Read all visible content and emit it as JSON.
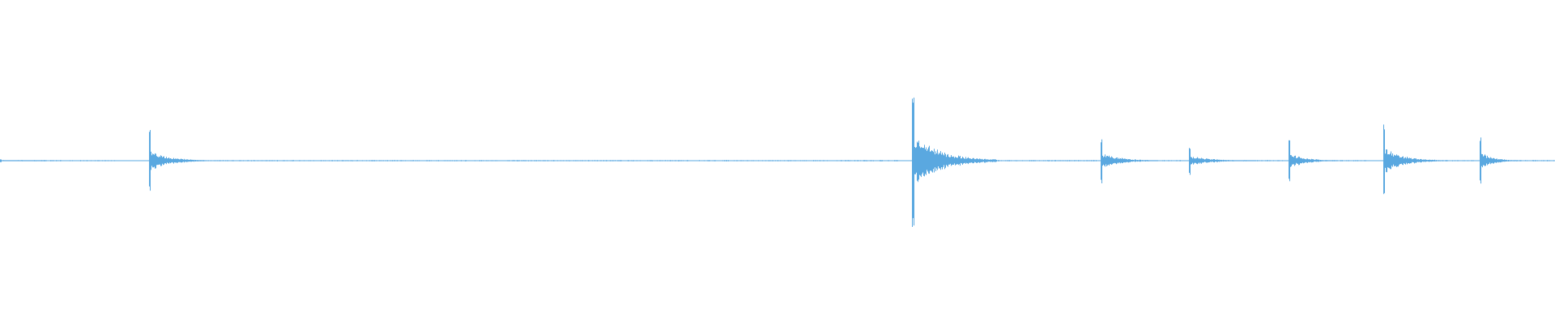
{
  "waveform": {
    "color": "#5aa8e0",
    "peak_scale": 1.0,
    "duration_fraction_end": 1.0,
    "baseline_noise_level": 0.006,
    "transients": [
      {
        "pos": 0.0,
        "peak": 0.02,
        "decay": 0.01
      },
      {
        "pos": 0.096,
        "peak": 0.43,
        "decay": 0.012
      },
      {
        "pos": 0.587,
        "peak": 1.0,
        "decay": 0.018
      },
      {
        "pos": 0.708,
        "peak": 0.32,
        "decay": 0.012
      },
      {
        "pos": 0.765,
        "peak": 0.19,
        "decay": 0.014
      },
      {
        "pos": 0.829,
        "peak": 0.3,
        "decay": 0.01
      },
      {
        "pos": 0.89,
        "peak": 0.53,
        "decay": 0.012
      },
      {
        "pos": 0.952,
        "peak": 0.33,
        "decay": 0.008
      }
    ],
    "noise_bursts": [
      [
        0.0,
        0.075
      ],
      [
        0.1,
        0.58
      ],
      [
        0.6,
        0.705
      ],
      [
        0.712,
        0.76
      ],
      [
        0.77,
        0.825
      ],
      [
        0.855,
        0.88
      ],
      [
        0.925,
        0.948
      ],
      [
        0.958,
        1.0
      ]
    ]
  }
}
